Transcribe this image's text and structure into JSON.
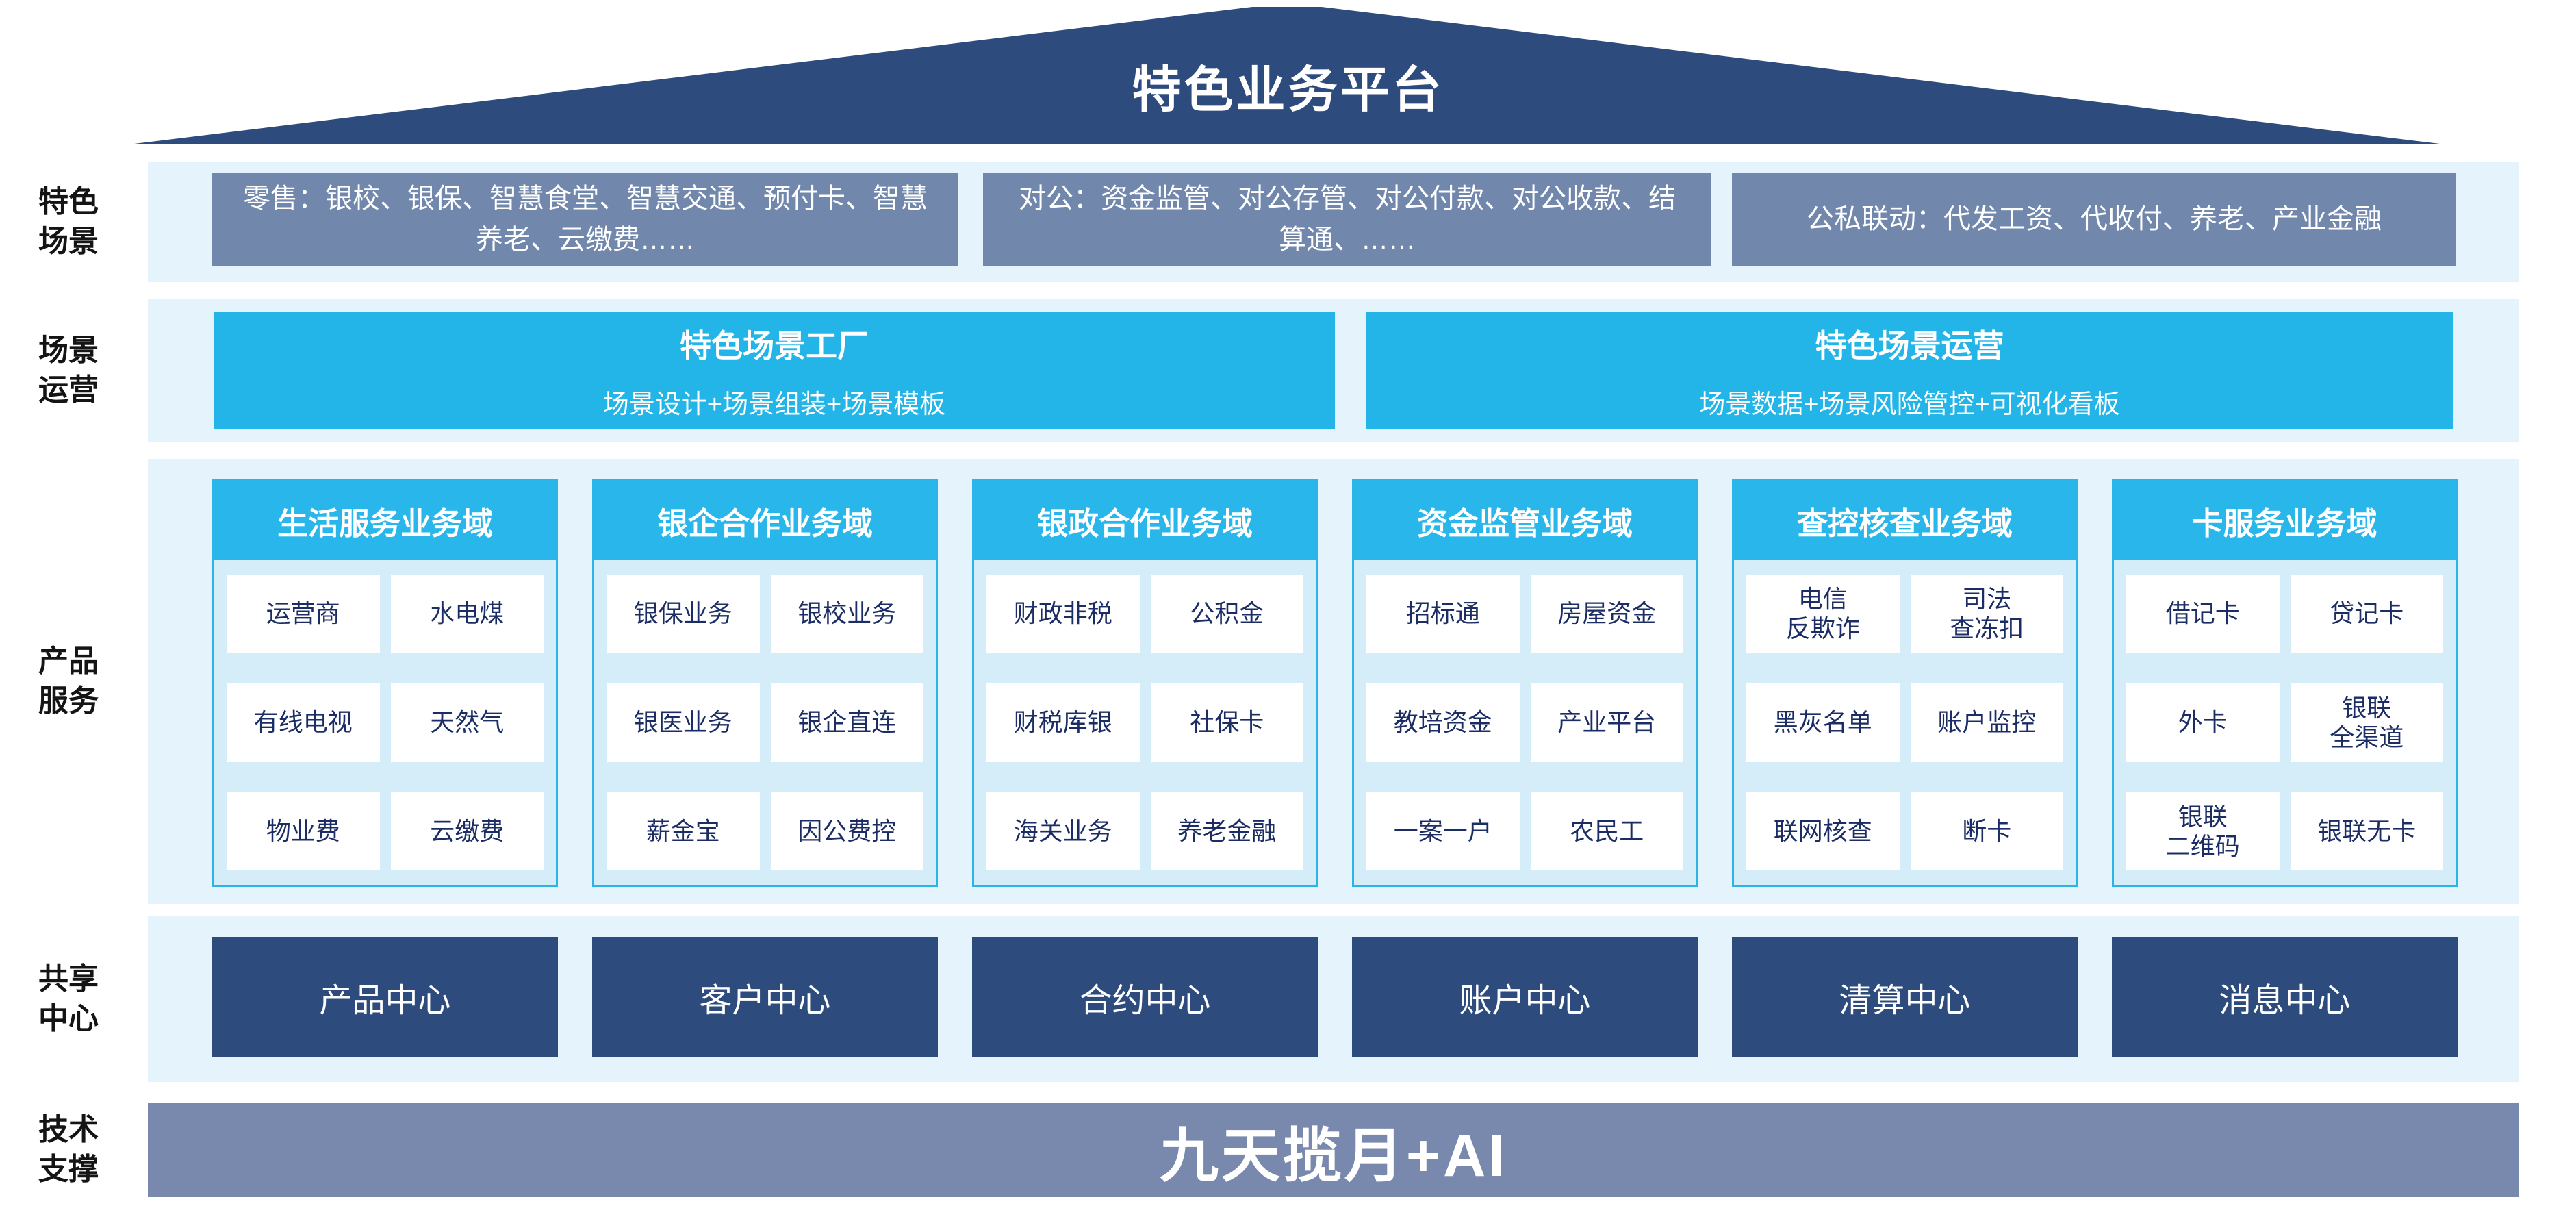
{
  "platform_title": "特色业务平台",
  "row_labels": [
    {
      "line1": "特色",
      "line2": "场景"
    },
    {
      "line1": "场景",
      "line2": "运营"
    },
    {
      "line1": "产品",
      "line2": "服务"
    },
    {
      "line1": "共享",
      "line2": "中心"
    },
    {
      "line1": "技术",
      "line2": "支撑"
    }
  ],
  "scenario_boxes": [
    "零售：银校、银保、智慧食堂、智慧交通、预付卡、智慧养老、云缴费……",
    "对公：资金监管、对公存管、对公付款、对公收款、结算通、……",
    "公私联动：代发工资、代收付、养老、产业金融"
  ],
  "operation_boxes": [
    {
      "title": "特色场景工厂",
      "subtitle": "场景设计+场景组装+场景模板"
    },
    {
      "title": "特色场景运营",
      "subtitle": "场景数据+场景风险管控+可视化看板"
    }
  ],
  "product_domains": [
    {
      "header": "生活服务业务域",
      "cells": [
        "运营商",
        "水电煤",
        "有线电视",
        "天然气",
        "物业费",
        "云缴费"
      ]
    },
    {
      "header": "银企合作业务域",
      "cells": [
        "银保业务",
        "银校业务",
        "银医业务",
        "银企直连",
        "薪金宝",
        "因公费控"
      ]
    },
    {
      "header": "银政合作业务域",
      "cells": [
        "财政非税",
        "公积金",
        "财税库银",
        "社保卡",
        "海关业务",
        "养老金融"
      ]
    },
    {
      "header": "资金监管业务域",
      "cells": [
        "招标通",
        "房屋资金",
        "教培资金",
        "产业平台",
        "一案一户",
        "农民工"
      ]
    },
    {
      "header": "查控核查业务域",
      "cells": [
        "电信\n反欺诈",
        "司法\n查冻扣",
        "黑灰名单",
        "账户监控",
        "联网核查",
        "断卡"
      ]
    },
    {
      "header": "卡服务业务域",
      "cells": [
        "借记卡",
        "贷记卡",
        "外卡",
        "银联\n全渠道",
        "银联\n二维码",
        "银联无卡"
      ]
    }
  ],
  "share_centers": [
    "产品中心",
    "客户中心",
    "合约中心",
    "账户中心",
    "清算中心",
    "消息中心"
  ],
  "tech_support": "九天揽月+AI",
  "colors": {
    "roof_navy": "#2e4b7d",
    "slate_blue": "#7187ac",
    "cyan_accent": "#23b4e8",
    "light_band": "#e4f3fc",
    "panel_fill": "#d5edf9",
    "cell_text_navy": "#1b2d64",
    "tech_slate": "#7889ad"
  }
}
